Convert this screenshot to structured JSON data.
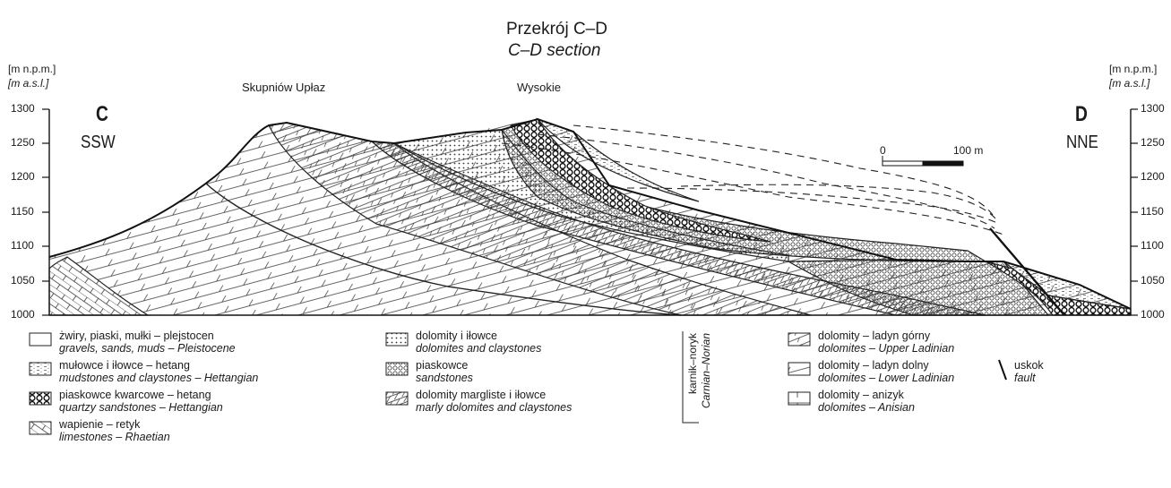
{
  "title": {
    "pl": "Przekrój C–D",
    "en": "C–D section"
  },
  "ends": {
    "left": {
      "letter": "C",
      "direction": "SSW"
    },
    "right": {
      "letter": "D",
      "direction": "NNE"
    }
  },
  "axis": {
    "unit_pl": "[m n.p.m.]",
    "unit_en": "[m a.s.l.]",
    "ticks": [
      "1300",
      "1250",
      "1200",
      "1150",
      "1100",
      "1050",
      "1000"
    ]
  },
  "places": [
    "Skupniów Upłaz",
    "Wysokie"
  ],
  "scale_bar": {
    "zero": "0",
    "end": "100 m"
  },
  "legend": [
    {
      "pl": "żwiry, piaski, mułki – plejstocen",
      "en": "gravels, sands, muds – Pleistocene",
      "pattern": "blank"
    },
    {
      "pl": "mułowce i iłowce – hetang",
      "en": "mudstones and claystones – Hettangian",
      "pattern": "fine-dots"
    },
    {
      "pl": "piaskowce kwarcowe – hetang",
      "en": "quartzy sandstones – Hettangian",
      "pattern": "big-circles"
    },
    {
      "pl": "wapienie – retyk",
      "en": "limestones – Rhaetian",
      "pattern": "brick"
    },
    {
      "pl": "dolomity i iłowce",
      "en": "dolomites and claystones",
      "pattern": "dots"
    },
    {
      "pl": "piaskowce",
      "en": "sandstones",
      "pattern": "circles"
    },
    {
      "pl": "dolomity margliste i iłowce",
      "en": "marly dolomites and claystones",
      "pattern": "hatch"
    },
    {
      "pl": "dolomity – ladyn górny",
      "en": "dolomites – Upper Ladinian",
      "pattern": "lines-dense"
    },
    {
      "pl": "dolomity – ladyn dolny",
      "en": "dolomites – Lower Ladinian",
      "pattern": "lines-sparse"
    },
    {
      "pl": "dolomity – anizyk",
      "en": "dolomites – Anisian",
      "pattern": "brick-sparse"
    },
    {
      "pl": "uskok",
      "en": "fault",
      "pattern": "fault-line"
    }
  ],
  "bracket": {
    "pl": "karnik–noryk",
    "en": "Carnian–Norian"
  }
}
